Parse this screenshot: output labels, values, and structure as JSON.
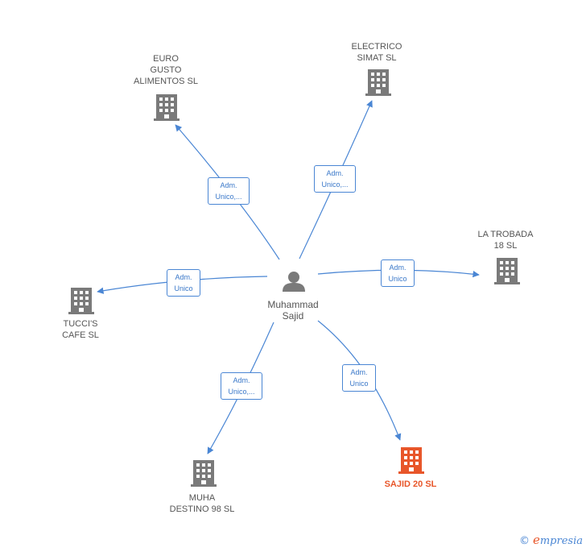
{
  "center": {
    "name_line1": "Muhammad",
    "name_line2": "Sajid"
  },
  "companies": [
    {
      "id": "euro",
      "lines": [
        "EURO",
        "GUSTO",
        "ALIMENTOS  SL"
      ],
      "highlight": false
    },
    {
      "id": "electrico",
      "lines": [
        "ELECTRICO",
        "SIMAT  SL"
      ],
      "highlight": false
    },
    {
      "id": "trobada",
      "lines": [
        "LA TROBADA",
        "18  SL"
      ],
      "highlight": false
    },
    {
      "id": "tuccis",
      "lines": [
        "TUCCI'S",
        "CAFE  SL"
      ],
      "highlight": false
    },
    {
      "id": "muha",
      "lines": [
        "MUHA",
        "DESTINO 98  SL"
      ],
      "highlight": false
    },
    {
      "id": "sajid",
      "lines": [
        "SAJID 20  SL"
      ],
      "highlight": true
    }
  ],
  "edges": [
    {
      "to": "euro",
      "lines": [
        "Adm.",
        "Unico,..."
      ]
    },
    {
      "to": "electrico",
      "lines": [
        "Adm.",
        "Unico,..."
      ]
    },
    {
      "to": "trobada",
      "lines": [
        "Adm.",
        "Unico"
      ]
    },
    {
      "to": "tuccis",
      "lines": [
        "Adm.",
        "Unico"
      ]
    },
    {
      "to": "muha",
      "lines": [
        "Adm.",
        "Unico,..."
      ]
    },
    {
      "to": "sajid",
      "lines": [
        "Adm.",
        "Unico"
      ]
    }
  ],
  "colors": {
    "edge": "#4a86d4",
    "building": "#7a7a7a",
    "building_highlight": "#e8562a",
    "person": "#7a7a7a"
  },
  "footer": {
    "copyright": "©",
    "brand_initial": "e",
    "brand_rest": "mpresia"
  }
}
